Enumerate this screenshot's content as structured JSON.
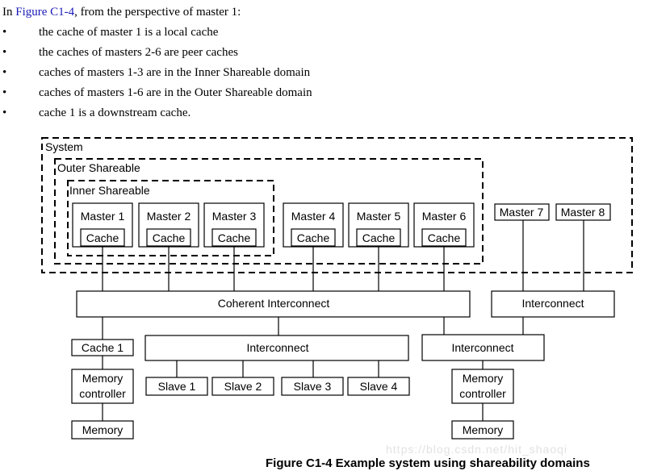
{
  "intro": {
    "prefix": "In ",
    "link": "Figure C1-4",
    "suffix": ", from the perspective of master 1:",
    "bullet": "•",
    "bullets": [
      "the cache of master 1 is a local cache",
      "the caches of masters 2-6 are peer caches",
      "caches of masters 1-3 are in the Inner Shareable domain",
      "caches of masters 1-6 are in the Outer Shareable domain",
      "cache 1 is a downstream cache."
    ]
  },
  "diagram": {
    "system": "System",
    "outer": "Outer Shareable",
    "inner": "Inner Shareable",
    "masters": [
      "Master 1",
      "Master 2",
      "Master 3",
      "Master 4",
      "Master 5",
      "Master 6"
    ],
    "cache": "Cache",
    "master7": "Master 7",
    "master8": "Master 8",
    "coherent": "Coherent Interconnect",
    "interconnect": "Interconnect",
    "cache1": "Cache 1",
    "memctrl": [
      "Memory",
      "controller"
    ],
    "memory": "Memory",
    "slaves": [
      "Slave 1",
      "Slave 2",
      "Slave 3",
      "Slave 4"
    ]
  },
  "caption": "Figure C1-4 Example system using shareability domains",
  "watermark": "https://blog.csdn.net/hit_shaoqi"
}
